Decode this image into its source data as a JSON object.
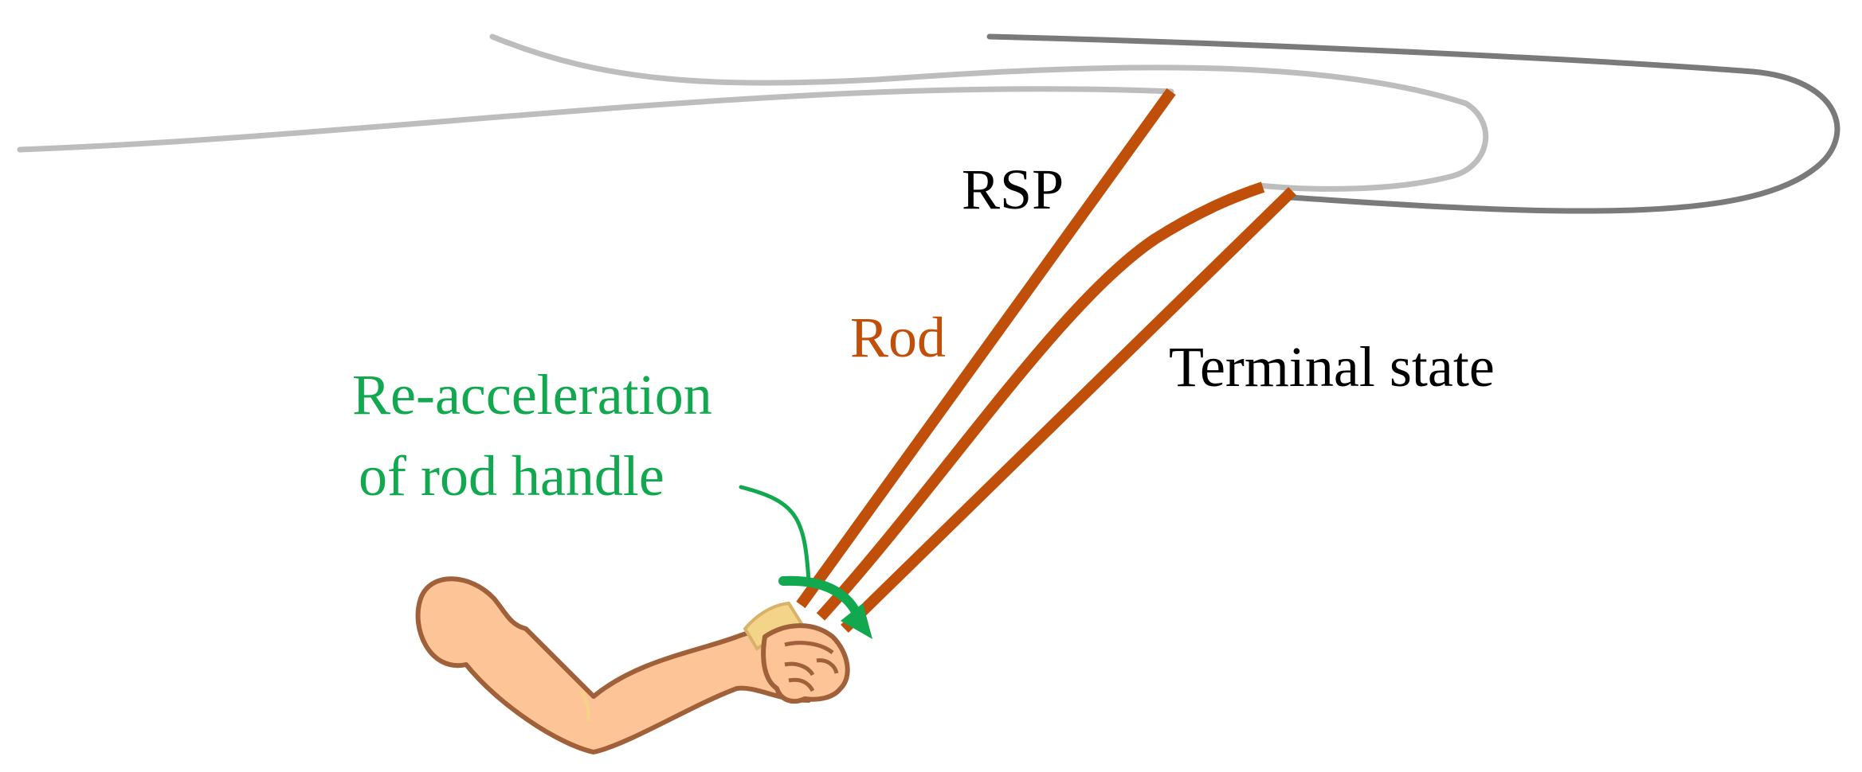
{
  "labels": {
    "rsp": "RSP",
    "rod": "Rod",
    "terminal_state": "Terminal state",
    "reaccel_line1": "Re-acceleration",
    "reaccel_line2": "of rod handle"
  },
  "colors": {
    "rod": "#c04f0a",
    "line_light": "#bdbdbd",
    "line_dark": "#7a7a7a",
    "label_black": "#000000",
    "label_rod": "#c04f0a",
    "accent_green": "#12a84f",
    "skin": "#fdc597",
    "skin_outline": "#a0613a",
    "cuff": "#f4d488"
  }
}
